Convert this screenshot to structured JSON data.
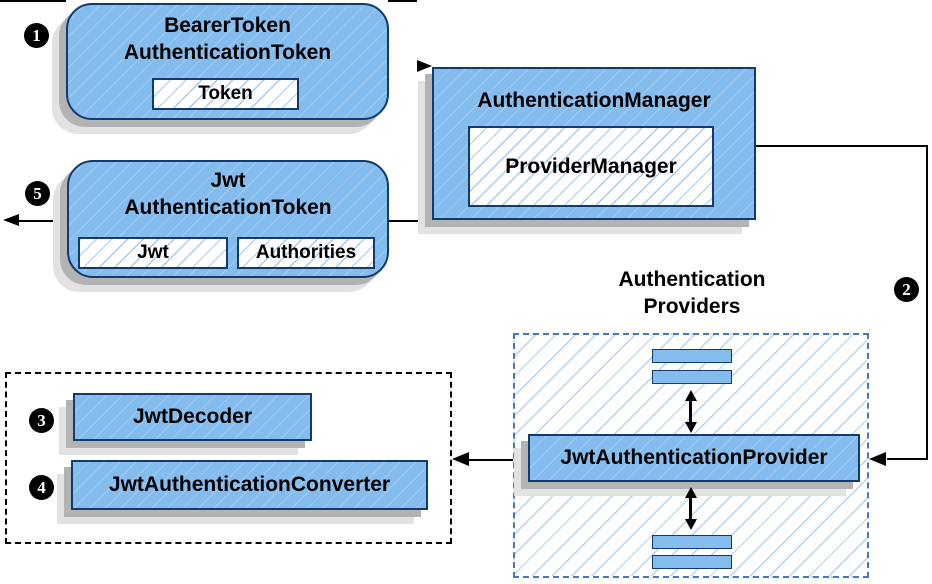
{
  "colors": {
    "node_fill": "#85BCEE",
    "node_border": "#113A70",
    "hatch_line": "#A9CBE9",
    "group_border_blue": "#4878B8",
    "group_border_black": "#000000",
    "shadow_dark": "#B3B3B3",
    "shadow_light": "#E2E2E2",
    "connector": "#000000",
    "badge_background": "#000000",
    "badge_text": "#FFFFFF"
  },
  "badges": {
    "step1": "1",
    "step2": "2",
    "step3": "3",
    "step4": "4",
    "step5": "5"
  },
  "bearer_token_node": {
    "title_line1": "BearerToken",
    "title_line2": "AuthenticationToken",
    "token_field": "Token"
  },
  "authentication_manager_node": {
    "title": "AuthenticationManager",
    "provider_manager_field": "ProviderManager"
  },
  "jwt_authentication_token_node": {
    "title_line1": "Jwt",
    "title_line2": "AuthenticationToken",
    "jwt_field": "Jwt",
    "authorities_field": "Authorities"
  },
  "authentication_providers_group": {
    "title_line1": "Authentication",
    "title_line2": "Providers",
    "provider_node": "JwtAuthenticationProvider"
  },
  "jwt_support_group": {
    "decoder_node": "JwtDecoder",
    "converter_node": "JwtAuthenticationConverter"
  }
}
